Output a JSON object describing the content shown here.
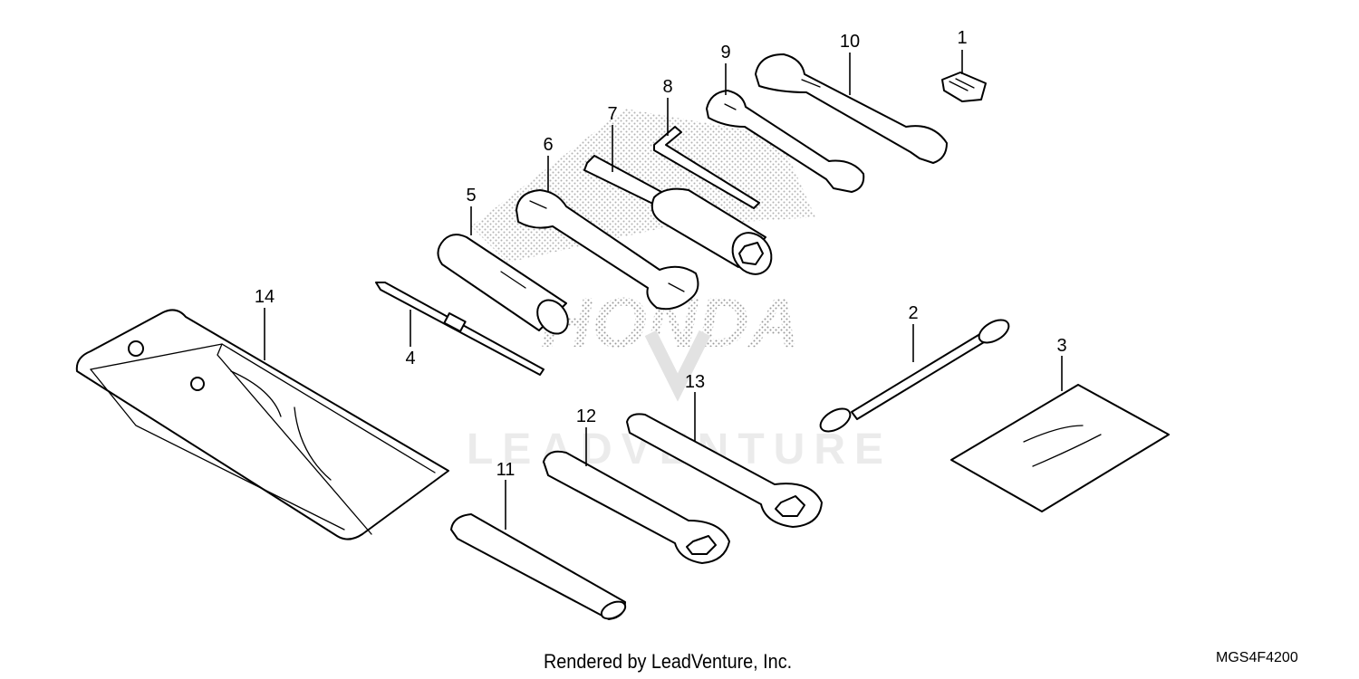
{
  "watermark": {
    "brand": "HONDA",
    "wordmark": "LEADVENTURE"
  },
  "parts": [
    {
      "ref": "1",
      "icon": "clip-icon"
    },
    {
      "ref": "2",
      "icon": "helmet-cable-icon"
    },
    {
      "ref": "3",
      "icon": "tool-bag-sheet-icon"
    },
    {
      "ref": "4",
      "icon": "screwdriver-icon"
    },
    {
      "ref": "5",
      "icon": "screwdriver-grip-icon"
    },
    {
      "ref": "6",
      "icon": "open-end-wrench-icon"
    },
    {
      "ref": "7",
      "icon": "spark-plug-wrench-icon"
    },
    {
      "ref": "8",
      "icon": "hex-key-icon"
    },
    {
      "ref": "9",
      "icon": "open-end-wrench-icon"
    },
    {
      "ref": "10",
      "icon": "open-end-wrench-icon"
    },
    {
      "ref": "11",
      "icon": "extension-bar-icon"
    },
    {
      "ref": "12",
      "icon": "box-wrench-icon"
    },
    {
      "ref": "13",
      "icon": "box-wrench-icon"
    },
    {
      "ref": "14",
      "icon": "tool-bag-icon"
    }
  ],
  "footer": {
    "rendered_by": "Rendered by LeadVenture, Inc.",
    "diagram_code": "MGS4F4200"
  }
}
